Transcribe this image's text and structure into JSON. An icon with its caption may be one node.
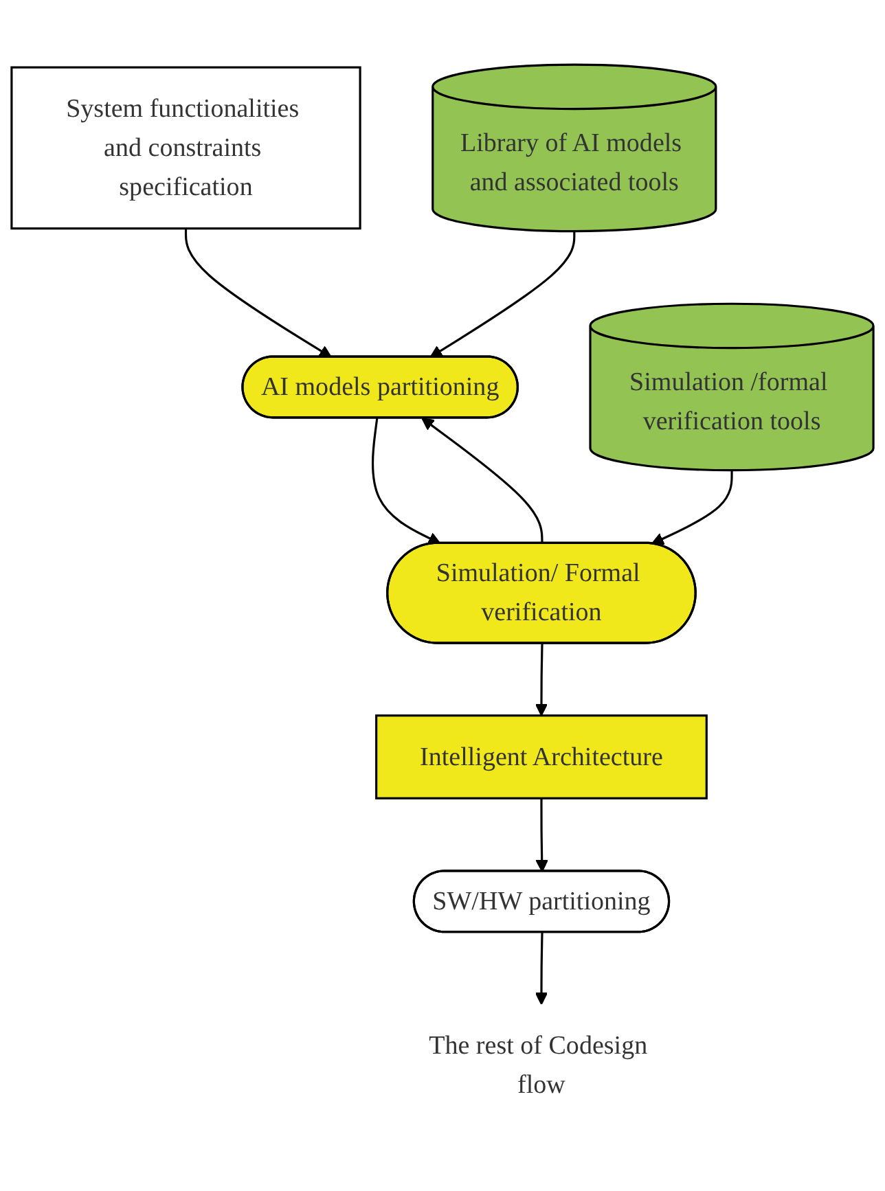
{
  "diagram": {
    "nodes": [
      {
        "text": [
          "System functionalities and constraints specification"
        ]
      },
      {
        "text": [
          "Library of AI models and associated tools"
        ]
      },
      {
        "text": [
          "AI models partitioning"
        ]
      },
      {
        "text": [
          "Simulation/ Formal verification"
        ]
      },
      {
        "text": [
          "Simulation /formal verification tools"
        ]
      },
      {
        "text": [
          "Intelligent Architecture"
        ]
      },
      {
        "text": [
          "SW/HW partitioning"
        ]
      },
      {
        "text": [
          "The rest of Codesign flow"
        ]
      }
    ],
    "edges": [
      {
        "from": 0,
        "to": 2,
        "arrow": "to"
      },
      {
        "from": 1,
        "to": 2,
        "arrow": "to"
      },
      {
        "from": 2,
        "to": 3,
        "arrow": "to"
      },
      {
        "from": 3,
        "to": 2,
        "arrow": "to"
      },
      {
        "from": 4,
        "to": 3,
        "arrow": "to"
      },
      {
        "from": 3,
        "to": 5,
        "arrow": "to"
      },
      {
        "from": 5,
        "to": 6,
        "arrow": "to"
      },
      {
        "from": 6,
        "to": 7,
        "arrow": "to"
      }
    ]
  }
}
